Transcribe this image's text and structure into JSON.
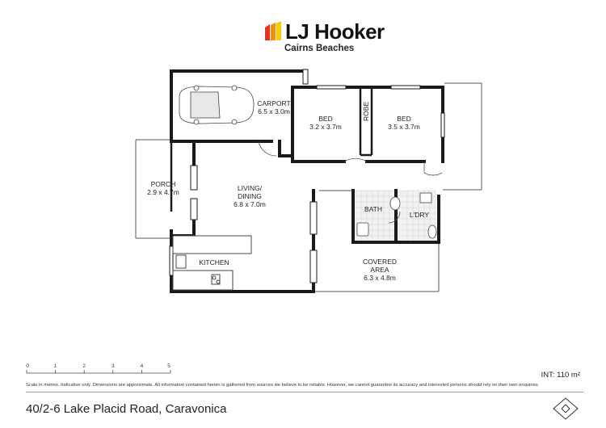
{
  "brand": {
    "name": "LJ Hooker",
    "office": "Cairns Beaches",
    "colors": {
      "red": "#e4332b",
      "orange": "#f39200",
      "yellow": "#fbc900",
      "text": "#111111"
    }
  },
  "rooms": {
    "carport": {
      "name": "CARPORT",
      "size": "6.5 x 3.0m"
    },
    "bed1": {
      "name": "BED",
      "size": "3.2 x 3.7m"
    },
    "robe": {
      "name": "ROBE"
    },
    "bed2": {
      "name": "BED",
      "size": "3.5 x 3.7m"
    },
    "porch": {
      "name": "PORCH",
      "size": "2.9 x 4.7m"
    },
    "living": {
      "name_line1": "LIVING/",
      "name_line2": "DINING",
      "size": "6.8 x 7.0m"
    },
    "bath": {
      "name": "BATH"
    },
    "laundry": {
      "name": "L'DRY"
    },
    "kitchen": {
      "name": "KITCHEN"
    },
    "covered": {
      "name_line1": "COVERED",
      "name_line2": "AREA",
      "size": "6.3 x 4.8m"
    }
  },
  "scale_bar": {
    "ticks": [
      "0",
      "1",
      "2",
      "3",
      "4",
      "5"
    ]
  },
  "disclaimer": "Scale in metres. Indicative only. Dimensions are approximate. All information contained herein is gathered from sources we believe to be reliable. However, we cannot guarantee its accuracy and interested persons should rely on their own enquiries.",
  "internal_area": "INT: 110 m²",
  "address": "40/2-6 Lake Placid Road, Caravonica",
  "compass_icon": "north-arrow-icon"
}
